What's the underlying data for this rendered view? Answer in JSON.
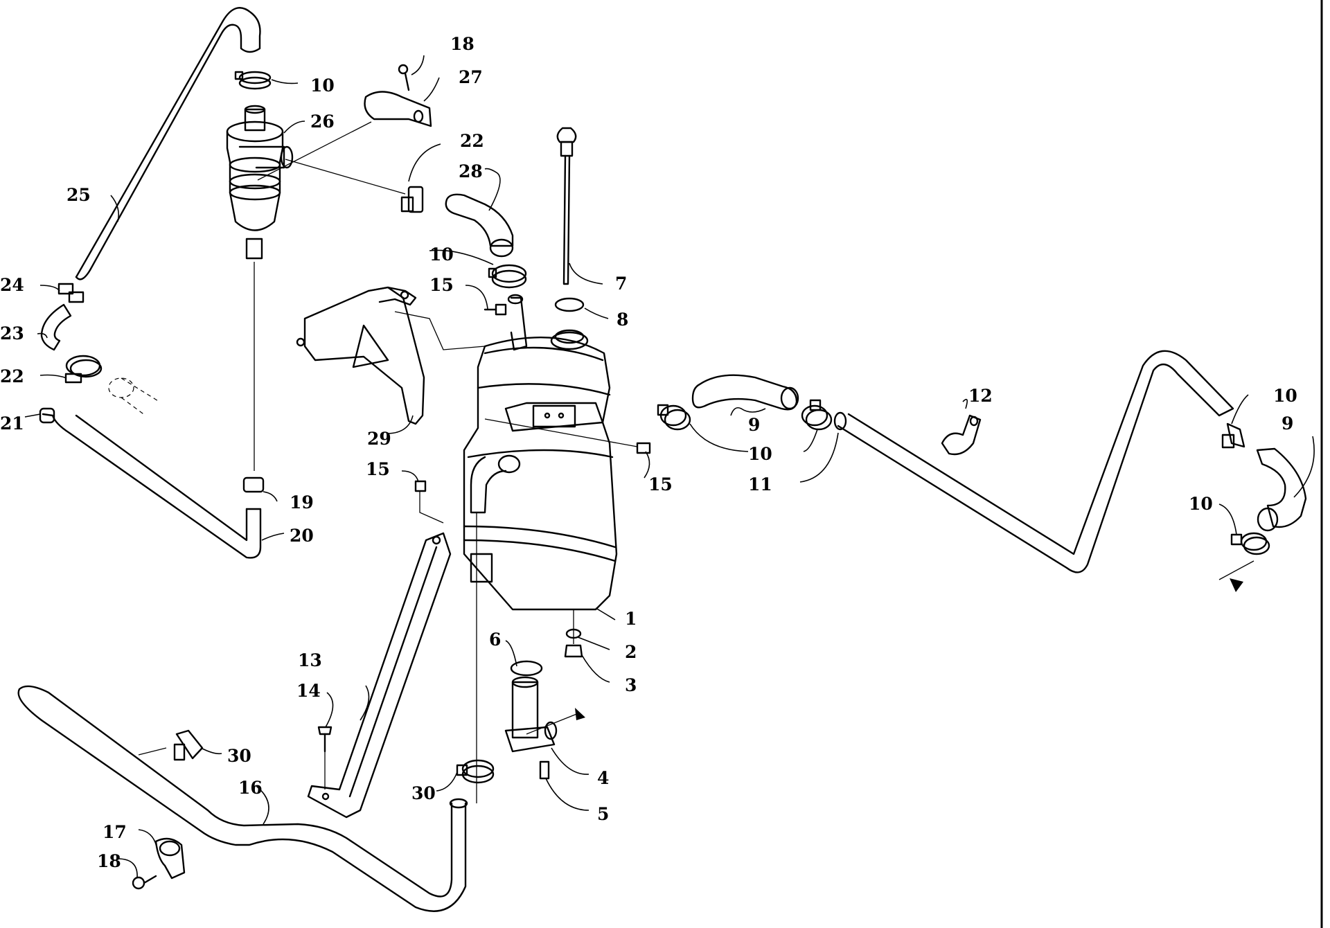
{
  "diagram": {
    "callouts": [
      {
        "id": "c1",
        "label": "1"
      },
      {
        "id": "c2",
        "label": "2"
      },
      {
        "id": "c3",
        "label": "3"
      },
      {
        "id": "c4",
        "label": "4"
      },
      {
        "id": "c5",
        "label": "5"
      },
      {
        "id": "c6",
        "label": "6"
      },
      {
        "id": "c7",
        "label": "7"
      },
      {
        "id": "c8",
        "label": "8"
      },
      {
        "id": "c9a",
        "label": "9"
      },
      {
        "id": "c9b",
        "label": "9"
      },
      {
        "id": "c10a",
        "label": "10"
      },
      {
        "id": "c10b",
        "label": "10"
      },
      {
        "id": "c10c",
        "label": "10"
      },
      {
        "id": "c10d",
        "label": "10"
      },
      {
        "id": "c10e",
        "label": "10"
      },
      {
        "id": "c11",
        "label": "11"
      },
      {
        "id": "c12",
        "label": "12"
      },
      {
        "id": "c13",
        "label": "13"
      },
      {
        "id": "c14",
        "label": "14"
      },
      {
        "id": "c15a",
        "label": "15"
      },
      {
        "id": "c15b",
        "label": "15"
      },
      {
        "id": "c15c",
        "label": "15"
      },
      {
        "id": "c16",
        "label": "16"
      },
      {
        "id": "c17",
        "label": "17"
      },
      {
        "id": "c18a",
        "label": "18"
      },
      {
        "id": "c18b",
        "label": "18"
      },
      {
        "id": "c19",
        "label": "19"
      },
      {
        "id": "c20",
        "label": "20"
      },
      {
        "id": "c21",
        "label": "21"
      },
      {
        "id": "c22a",
        "label": "22"
      },
      {
        "id": "c22b",
        "label": "22"
      },
      {
        "id": "c23",
        "label": "23"
      },
      {
        "id": "c24",
        "label": "24"
      },
      {
        "id": "c25",
        "label": "25"
      },
      {
        "id": "c26",
        "label": "26"
      },
      {
        "id": "c27",
        "label": "27"
      },
      {
        "id": "c28",
        "label": "28"
      },
      {
        "id": "c29",
        "label": "29"
      },
      {
        "id": "c30a",
        "label": "30"
      },
      {
        "id": "c30b",
        "label": "30"
      }
    ]
  }
}
